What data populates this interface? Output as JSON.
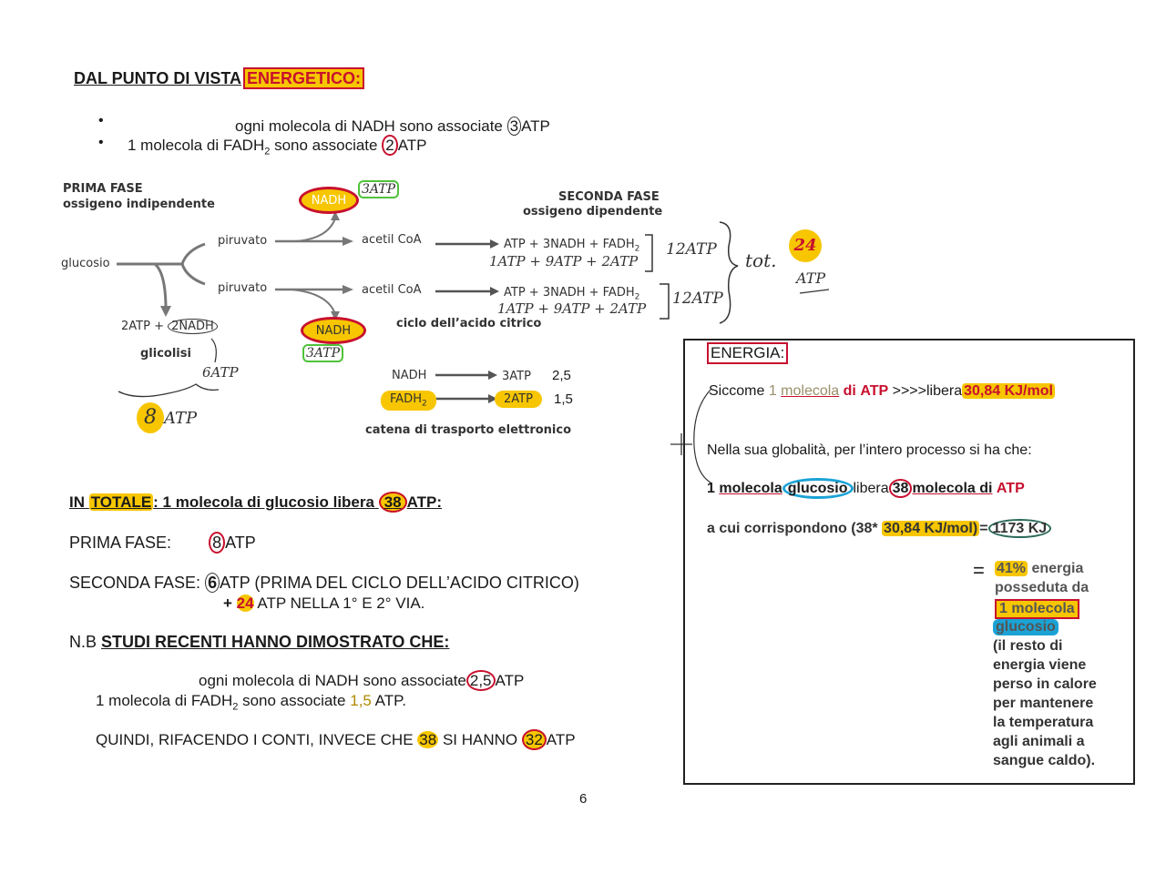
{
  "header": {
    "title_prefix": "DAL PUNTO DI VISTA",
    "title_highlight": "ENERGETICO:"
  },
  "bullets_top": {
    "nadh_text": "ogni molecola di NADH sono associate",
    "nadh_value": "3",
    "nadh_suffix": "ATP",
    "fadh_text": "1 molecola di FADH",
    "fadh_sub": "2",
    "fadh_text2": " sono associate",
    "fadh_value": "2",
    "fadh_suffix": "ATP"
  },
  "diagram": {
    "prima_fase_title": "PRIMA FASE",
    "prima_fase_sub": "ossigeno indipendente",
    "seconda_fase_title": "SECONDA FASE",
    "seconda_fase_sub": "ossigeno dipendente",
    "glucosio": "glucosio",
    "piruvato_1": "piruvato",
    "piruvato_2": "piruvato",
    "acetil_1": "acetil CoA",
    "acetil_2": "acetil CoA",
    "products_1": "ATP + 3NADH + FADH",
    "products_2": "ATP + 3NADH + FADH",
    "sub2": "2",
    "nadh_top": "NADH",
    "nadh_mid": "NADH",
    "atp_top_hand": "3ATP",
    "atp_mid_hand": "3ATP",
    "glicolisi_products": "2ATP +",
    "glicolisi_nadh": "2NADH",
    "glicolisi": "glicolisi",
    "ciclo": "ciclo dell’acido citrico",
    "chain_nadh": "NADH",
    "chain_fadh": "FADH",
    "chain_3atp": "3ATP",
    "chain_2atp": "2ATP",
    "chain_v1": "2,5",
    "chain_v2": "1,5",
    "catena": "catena di trasporto elettronico",
    "hand_row1": "1ATP + 9ATP + 2ATP",
    "hand_row2": "1ATP + 9ATP + 2ATP",
    "hand_12atp_1": "12ATP",
    "hand_12atp_2": "12ATP",
    "hand_tot": "tot.",
    "hand_tot_val": "24",
    "hand_tot_unit": "ATP",
    "hand_6atp": "6ATP",
    "hand_8atp_num": "8",
    "hand_8atp_unit": "ATP"
  },
  "totale": {
    "prefix": "IN",
    "highlight": "TOTALE",
    "text": ": 1 molecola di glucosio libera",
    "value": "38",
    "suffix": "ATP:"
  },
  "prima_fase": {
    "label": "PRIMA FASE:",
    "value": "8",
    "suffix": "ATP"
  },
  "seconda_fase": {
    "label": "SECONDA FASE:",
    "value": "6",
    "text": "ATP (PRIMA DEL CICLO DELL’ACIDO CITRICO)",
    "line2_prefix": "+",
    "line2_value": "24",
    "line2_text": "ATP NELLA 1° E 2° VIA."
  },
  "nb": {
    "prefix": "N.B",
    "title": "STUDI RECENTI HANNO DIMOSTRATO CHE:",
    "nadh_text": "ogni molecola di NADH sono associate",
    "nadh_value": "2,5",
    "nadh_suffix": "ATP",
    "fadh_text": "1 molecola di FADH",
    "fadh_sub": "2",
    "fadh_text2": " sono associate",
    "fadh_value": "1,5",
    "fadh_suffix": "ATP.",
    "quindi_text": "QUINDI, RIFACENDO I CONTI, INVECE CHE",
    "quindi_v1": "38",
    "quindi_mid": "SI HANNO",
    "quindi_v2": "32",
    "quindi_suffix": "ATP"
  },
  "energia_box": {
    "title": "ENERGIA:",
    "line1_a": "Siccome",
    "line1_b": "1",
    "line1_c": "molecola",
    "line1_d": "di",
    "line1_e": "ATP",
    "line1_f": ">>>>libera",
    "line1_g": "30,84 KJ/mol",
    "line2": "Nella sua globalità, per l’intero processo si ha che:",
    "line3_a": "1",
    "line3_b": "molecola",
    "line3_c": "glucosio",
    "line3_d": "libera",
    "line3_e": "38",
    "line3_f": "molecola di",
    "line3_g": "ATP",
    "line4_a": "a cui corrispondono (38*",
    "line4_b": "30,84 KJ/mol)",
    "line4_c": "=",
    "line4_d": "1173 KJ",
    "eq_sign": "=",
    "pct": "41%",
    "side": [
      "energia",
      "posseduta da",
      "1 molecola",
      "glucosio",
      "(il resto di",
      "energia viene",
      "perso in calore",
      "per mantenere",
      "la temperatura",
      "agli animali a",
      "sangue caldo)."
    ]
  },
  "page_number": "6"
}
